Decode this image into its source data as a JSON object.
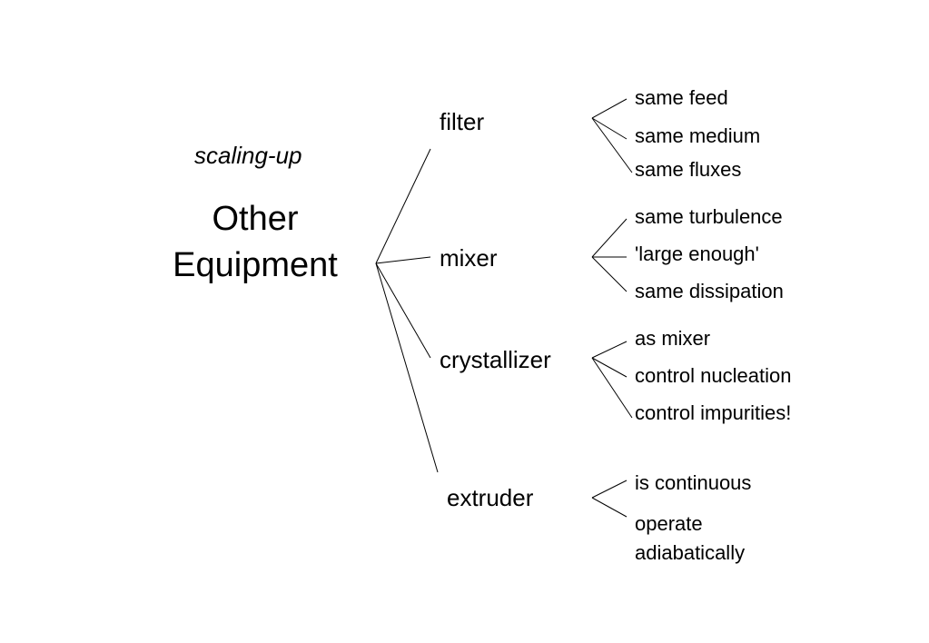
{
  "header": {
    "subtitle": "scaling-up",
    "title_line1": "Other",
    "title_line2": "Equipment"
  },
  "categories": [
    {
      "label": "filter",
      "items": [
        "same feed",
        "same medium",
        "same fluxes"
      ]
    },
    {
      "label": "mixer",
      "items": [
        "same turbulence",
        "'large enough'",
        "same dissipation"
      ]
    },
    {
      "label": "crystallizer",
      "items": [
        "as mixer",
        "control nucleation",
        "control impurities!"
      ]
    },
    {
      "label": "extruder",
      "items": [
        "is continuous",
        "operate adiabatically"
      ]
    }
  ],
  "colors": {
    "line": "#000000",
    "text": "#000000",
    "background": "#ffffff"
  }
}
